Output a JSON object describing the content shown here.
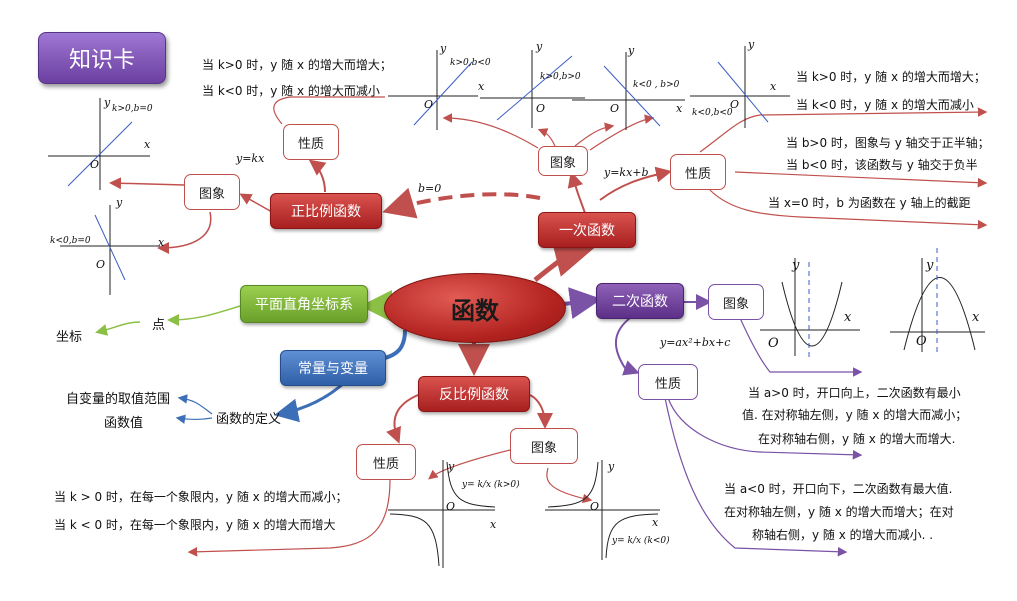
{
  "badge": "知识卡",
  "center": "函数",
  "nodes": {
    "direct_prop": "正比例函数",
    "linear": "一次函数",
    "quadratic": "二次函数",
    "inverse": "反比例函数",
    "coordinate": "平面直角坐标系",
    "const_var": "常量与变量",
    "point": "点",
    "coord_word": "坐标",
    "fn_def": "函数的定义",
    "domain": "自变量的取值范围",
    "fn_value": "函数值",
    "b_zero": "b=0"
  },
  "direct": {
    "property": "性质",
    "graph": "图象",
    "formula": "y=kx",
    "prop_line1": "当 k>0 时，y 随 x 的增大而增大；",
    "prop_line2": "当 k<0 时，y 随 x 的增大而减小",
    "cond1": "k>0,b=0",
    "cond2": "k<0,b=0"
  },
  "linear": {
    "graph": "图象",
    "property": "性质",
    "formula": "y=kx+b",
    "cond1": "k>0,b<0",
    "cond2": "k>0,b>0",
    "cond3": "k<0 , b>0",
    "cond4": "k<0,b<0",
    "kline1": "当 k>0 时，y 随 x 的增大而增大；",
    "kline2": "当 k<0 时，y 随 x 的增大而减小",
    "bline1": "当 b>0 时，图象与 y 轴交于正半轴；",
    "bline2": "当 b<0 时，该函数与 y 轴交于负半",
    "bline3": "当 x=0 时，b 为函数在 y 轴上的截距"
  },
  "quadratic": {
    "graph": "图象",
    "property": "性质",
    "formula": "y=ax²+bx+c",
    "a_pos1": "当 a>0 时，开口向上，二次函数有最小",
    "a_pos2": "值. 在对称轴左侧，y 随 x 的增大而减小；",
    "a_pos3": "在对称轴右侧，y 随 x 的增大而增大.",
    "a_neg1": "当 a<0 时，开口向下，二次函数有最大值.",
    "a_neg2": "在对称轴左侧，y 随 x 的增大而增大；在对",
    "a_neg3": "称轴右侧，y 随 x 的增大而减小. ."
  },
  "inverse": {
    "property": "性质",
    "graph": "图象",
    "line1": "当 k > 0 时，在每一个象限内，y 随 x 的增大而减小；",
    "line2": "当 k < 0 时，在每一个象限内，y 随 x 的增大而增大",
    "formula_pos": "y= k/x (k>0)",
    "formula_neg": "y= k/x (k<0)"
  },
  "axis": {
    "x": "x",
    "y": "y",
    "origin": "O"
  },
  "colors": {
    "red": "#c0504d",
    "purple": "#7a52a6",
    "green": "#8cbf45",
    "blue": "#3d6fb8",
    "dashed": "#5b5bd6"
  }
}
